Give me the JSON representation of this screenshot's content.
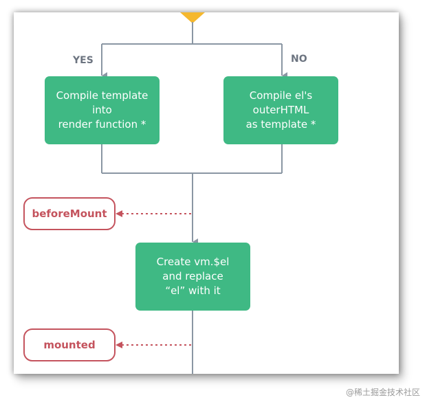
{
  "branches": {
    "yes": "YES",
    "no": "NO"
  },
  "nodes": {
    "compile_template": "Compile template\ninto\nrender function *",
    "compile_el": "Compile el's\nouterHTML\nas template *",
    "create_el": "Create vm.$el\nand replace\n“el” with it"
  },
  "hooks": {
    "before_mount": "beforeMount",
    "mounted": "mounted"
  },
  "watermark": "@稀土掘金技术社区",
  "colors": {
    "node": "#3fb984",
    "hook": "#c4535d",
    "line": "#8a96a3",
    "decision": "#f5b82e"
  }
}
